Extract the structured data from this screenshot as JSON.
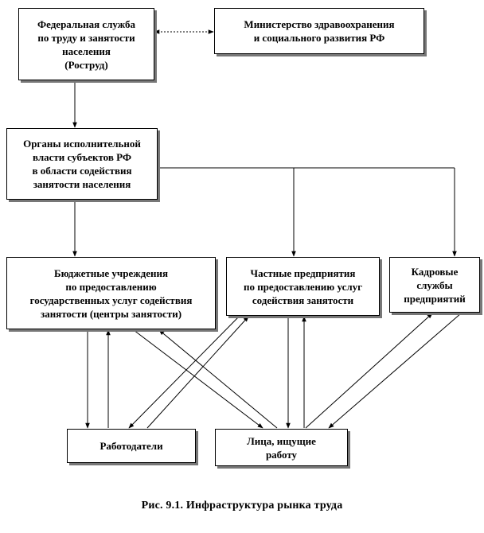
{
  "nodes": {
    "rostrud": {
      "lines": [
        "Федеральная служба",
        "по  труду и занятости",
        "населения",
        "(Роструд)"
      ]
    },
    "ministry": {
      "lines": [
        "Министерство здравоохранения",
        "и социального развития РФ"
      ]
    },
    "regional": {
      "lines": [
        "Органы исполнительной",
        "власти субъектов РФ",
        "в области содействия",
        "занятости населения"
      ]
    },
    "budget": {
      "lines": [
        "Бюджетные учреждения",
        "по предоставлению",
        "государственных  услуг  содействия",
        "занятости (центры занятости)"
      ]
    },
    "private": {
      "lines": [
        "Частные предприятия",
        "по предоставлению услуг",
        "содействия занятости"
      ]
    },
    "hr": {
      "lines": [
        "Кадровые",
        "службы",
        "предприятий"
      ]
    },
    "employers": {
      "lines": [
        "Работодатели"
      ]
    },
    "seekers": {
      "lines": [
        "Лица, ищущие",
        "работу"
      ]
    }
  },
  "caption": "Рис. 9.1.  Инфраструктура  рынка  труда"
}
